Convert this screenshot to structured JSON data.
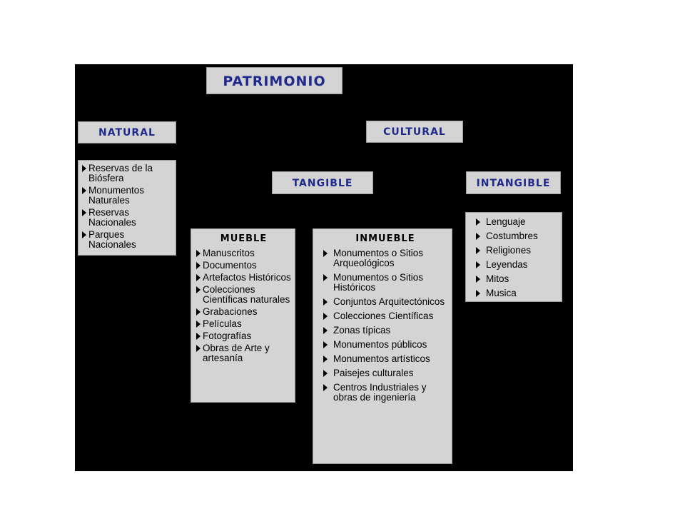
{
  "title": "PATRIMONIO",
  "natural": {
    "label": "NATURAL",
    "items": [
      "Reservas de la Biósfera",
      "Monumentos Naturales",
      "Reservas Nacionales",
      "Parques Nacionales"
    ]
  },
  "cultural": {
    "label": "CULTURAL",
    "tangible": {
      "label": "TANGIBLE",
      "mueble": {
        "label": "MUEBLE",
        "items": [
          "Manuscritos",
          "Documentos",
          "Artefactos Históricos",
          "Colecciones Científicas naturales",
          "Grabaciones",
          "Películas",
          "Fotografías",
          "Obras de Arte y artesanía"
        ]
      },
      "inmueble": {
        "label": "INMUEBLE",
        "items": [
          "Monumentos o Sitios Arqueológicos",
          "Monumentos o Sitios Históricos",
          "Conjuntos Arquitectónicos",
          "Colecciones Científicas",
          "Zonas típicas",
          "Monumentos públicos",
          "Monumentos artísticos",
          "Paisejes culturales",
          "Centros Industriales y obras de ingeniería"
        ]
      }
    },
    "intangible": {
      "label": "INTANGIBLE",
      "items": [
        "Lenguaje",
        "Costumbres",
        "Religiones",
        "Leyendas",
        "Mitos",
        "Musica"
      ]
    }
  },
  "colors": {
    "background": "#000000",
    "box": "#d4d4d4",
    "heading_text": "#1f2a8c"
  }
}
